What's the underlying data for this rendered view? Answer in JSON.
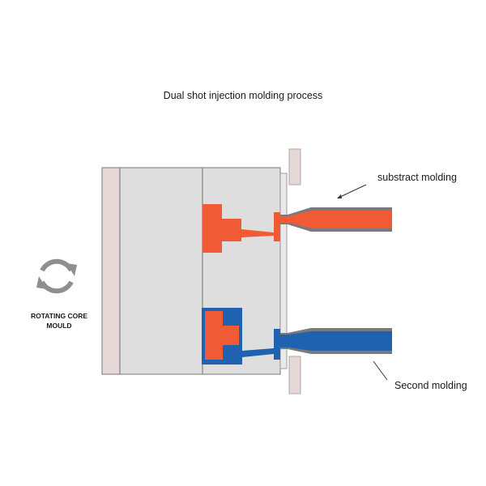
{
  "title": "Dual shot injection molding process",
  "labels": {
    "substrate_molding": "substract molding",
    "second_molding": "Second molding",
    "rotating_core_line1": "ROTATING CORE",
    "rotating_core_line2": "MOULD"
  },
  "icons": {
    "rotation": "rotate-arrows-icon"
  },
  "colors": {
    "first_shot": "#f05a35",
    "second_shot": "#1f62b0",
    "mould_fill": "#dcdcdc",
    "mould_outline": "#8a8a8a",
    "plate": "#e6d8d6",
    "rotation_icon": "#8f8f8f"
  }
}
